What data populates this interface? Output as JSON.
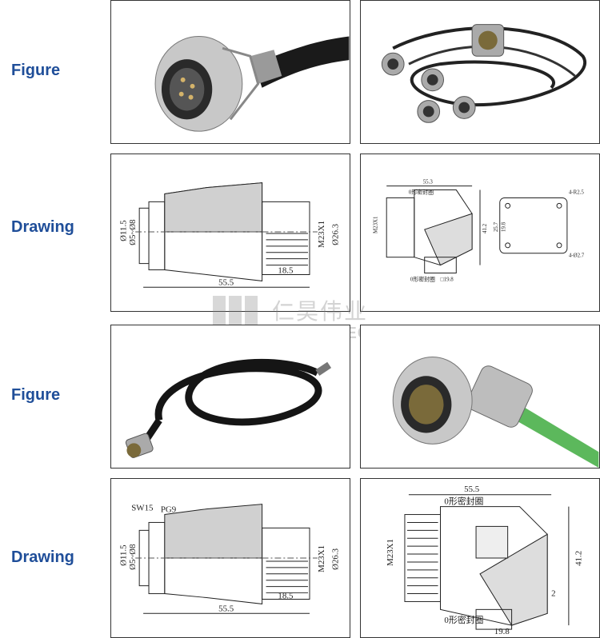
{
  "rows": [
    {
      "label": "Figure"
    },
    {
      "label": "Drawing"
    },
    {
      "label": "Figure"
    },
    {
      "label": "Drawing"
    }
  ],
  "watermark": {
    "brand_cn": "仁昊伟业",
    "brand_en": "RENHOTEC"
  },
  "drawing1_left": {
    "dia1": "Ø11.5",
    "dia2": "Ø5~Ø8",
    "thread": "M23X1",
    "dia3": "Ø26.3",
    "len1": "18.5",
    "len2": "55.5"
  },
  "drawing1_right": {
    "top": "55.3",
    "seal1": "0形密封圈",
    "thread": "M23X1",
    "h1": "41.2",
    "h2": "25.7",
    "h3": "19.8",
    "seal2": "0形密封圈",
    "w": "□19.8",
    "holes1": "4-R2.5",
    "holes2": "4-Ø2.7"
  },
  "drawing2_left": {
    "sw": "SW15",
    "pg": "PG9",
    "dia1": "Ø11.5",
    "dia2": "Ø5~Ø8",
    "thread": "M23X1",
    "dia3": "Ø26.3",
    "len1": "18.5",
    "len2": "55.5"
  },
  "drawing2_right": {
    "top": "55.5",
    "seal1": "0形密封圈",
    "thread": "M23X1",
    "h": "41.2",
    "small": "2",
    "seal2": "0形密封圈",
    "w": "19.8"
  },
  "colors": {
    "label": "#1f4e99",
    "cable_green": "#5cb85c",
    "metal": "#b8b8b8"
  }
}
